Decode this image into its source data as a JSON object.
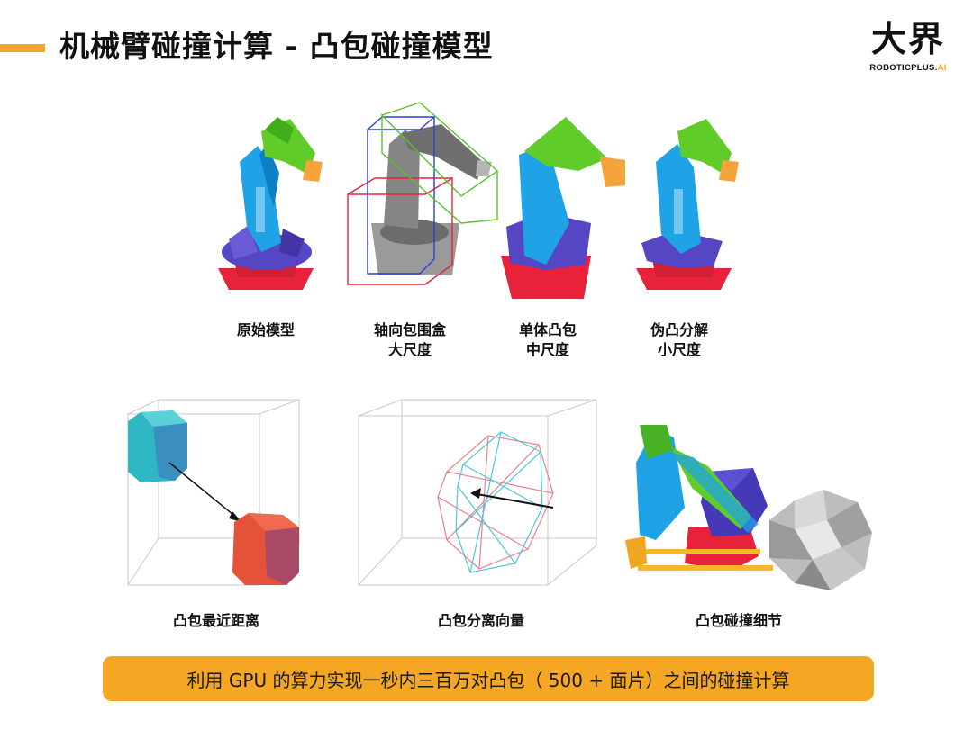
{
  "header": {
    "title": "机械臂碰撞计算 - 凸包碰撞模型",
    "brand_logo": "大界",
    "brand_sub_main": "ROBOTICPLUS.",
    "brand_sub_accent": "AI"
  },
  "top_row": [
    {
      "line1": "原始模型",
      "line2": ""
    },
    {
      "line1": "轴向包围盒",
      "line2": "大尺度"
    },
    {
      "line1": "单体凸包",
      "line2": "中尺度"
    },
    {
      "line1": "伪凸分解",
      "line2": "小尺度"
    }
  ],
  "bottom_row": [
    {
      "label": "凸包最近距离"
    },
    {
      "label": "凸包分离向量"
    },
    {
      "label": "凸包碰撞细节"
    }
  ],
  "footer": {
    "text": "利用 GPU 的算力实现一秒内三百万对凸包（ 500 + 面片）之间的碰撞计算"
  },
  "colors": {
    "accent": "#f5a623",
    "base_red": "#e8223a",
    "base_purple": "#5546c4",
    "arm_blue": "#1fa3e6",
    "arm_green": "#5fcc2a",
    "tool_orange": "#f4a43a"
  }
}
